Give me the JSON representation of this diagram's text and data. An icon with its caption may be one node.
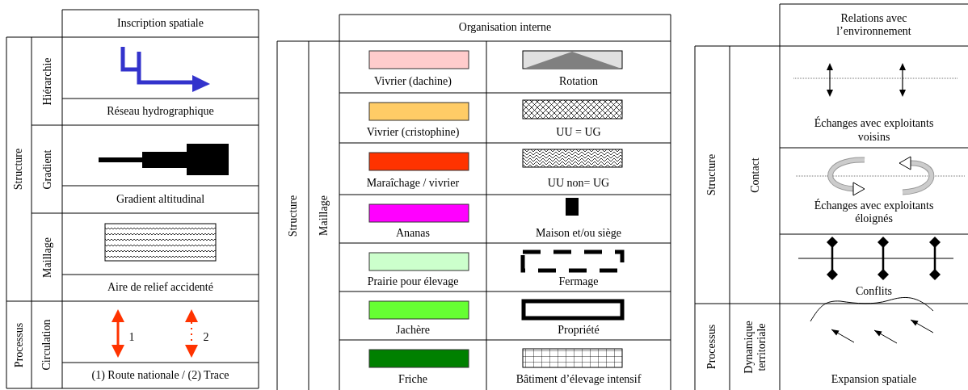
{
  "diagram": {
    "labels": [
      "Inscription spatiale",
      "Structure",
      "Hiérarchie",
      "Gradient",
      "Maillage",
      "Processus",
      "Circulation",
      "1",
      "2",
      "Organisation interne",
      "Structure",
      "Maillage",
      "Relations avec l’environnement",
      "Structure",
      "Contact",
      "Processus",
      "Dynamique territoriale"
    ],
    "legend": [
      {
        "text": "Réseau hydrographique"
      },
      {
        "text": "Gradient altitudinal"
      },
      {
        "text": "Aire de relief accidenté"
      },
      {
        "text": "(1) Route nationale / (2) Trace"
      },
      {
        "text": "Vivrier (dachine)",
        "color": "#ffcccc"
      },
      {
        "text": "Rotation"
      },
      {
        "text": "Vivrier (cristophine)",
        "color": "#ffcc66"
      },
      {
        "text": "UU = UG"
      },
      {
        "text": "Maraîchage / vivrier",
        "color": "#ff3300"
      },
      {
        "text": "UU non= UG"
      },
      {
        "text": "Ananas",
        "color": "#ff00ff"
      },
      {
        "text": "Maison et/ou siège"
      },
      {
        "text": "Prairie pour élevage",
        "color": "#ccffcc"
      },
      {
        "text": "Fermage"
      },
      {
        "text": "Jachère",
        "color": "#66ff33"
      },
      {
        "text": "Propriété"
      },
      {
        "text": "Friche",
        "color": "#008000"
      },
      {
        "text": "Bâtiment d’élevage intensif"
      },
      {
        "text": "Échanges avec exploitants voisins"
      },
      {
        "text": "Échanges avec exploitants éloignés"
      },
      {
        "text": "Conflits"
      },
      {
        "text": "Expansion spatiale"
      }
    ]
  }
}
